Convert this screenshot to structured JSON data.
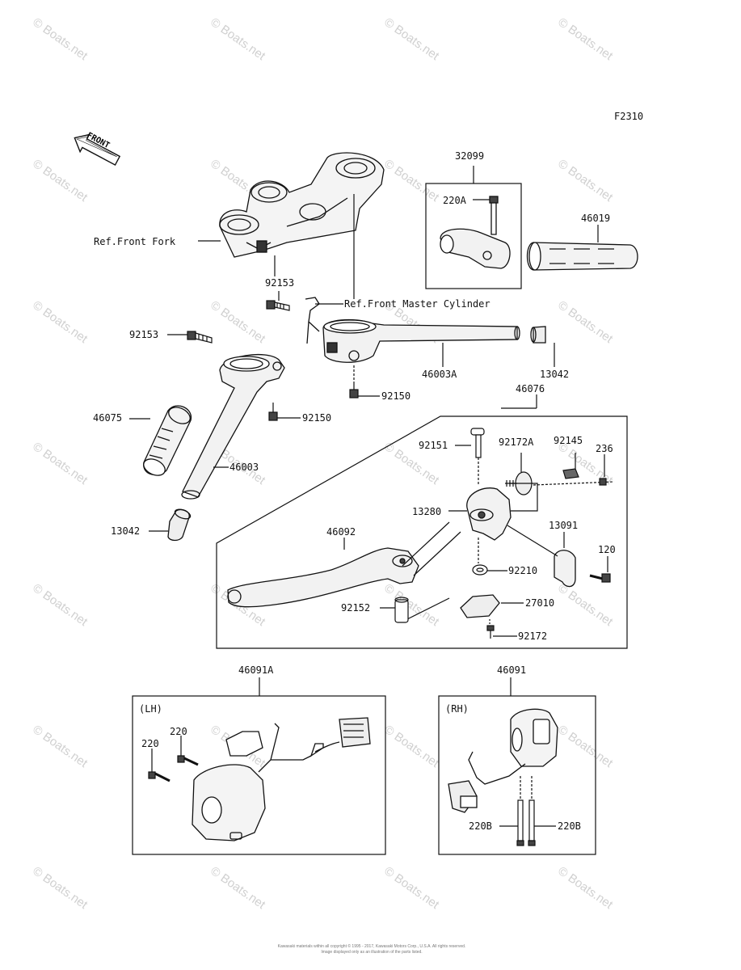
{
  "figure_code": "F2310",
  "front_label": "FRONT",
  "watermark": "© Boats.net",
  "references": {
    "front_fork": "Ref.Front Fork",
    "front_master_cylinder": "Ref.Front Master Cylinder"
  },
  "box_labels": {
    "lh": "(LH)",
    "rh": "(RH)"
  },
  "parts": {
    "p32099": "32099",
    "p220A": "220A",
    "p46019": "46019",
    "p92153_a": "92153",
    "p92153_b": "92153",
    "p46003A": "46003A",
    "p13042_a": "13042",
    "p46076": "46076",
    "p92150_a": "92150",
    "p92150_b": "92150",
    "p46075": "46075",
    "p46003": "46003",
    "p13042_b": "13042",
    "p92151": "92151",
    "p92172A": "92172A",
    "p92145": "92145",
    "p236": "236",
    "p13280": "13280",
    "p46092": "46092",
    "p13091": "13091",
    "p120": "120",
    "p92210": "92210",
    "p92152": "92152",
    "p27010": "27010",
    "p92172": "92172",
    "p46091A": "46091A",
    "p46091": "46091",
    "p220_a": "220",
    "p220_b": "220",
    "p220B_a": "220B",
    "p220B_b": "220B"
  },
  "footer": {
    "line1": "Kawasaki materials within all copyright © 1995 - 2017, Kawasaki Motors Corp., U.S.A. All rights reserved.",
    "line2": "Image displayed only as an illustration of the parts listed."
  }
}
